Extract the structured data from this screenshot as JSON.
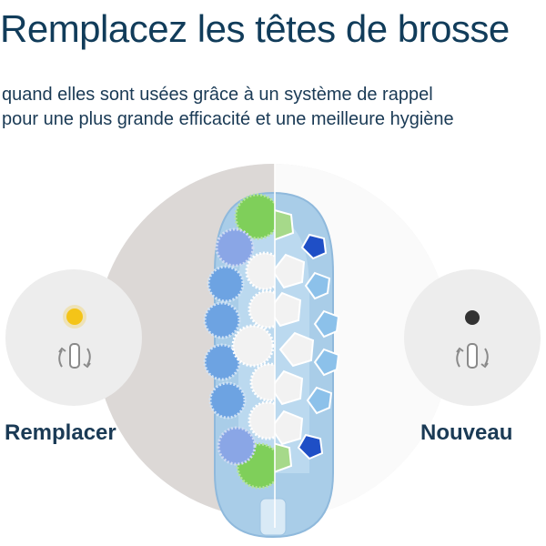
{
  "header": {
    "title": "Remplacez les têtes de brosse",
    "subtitle_line1": "quand elles sont usées grâce à un système de rappel",
    "subtitle_line2": "pour une plus grande efficacité et une meilleure hygiène"
  },
  "indicators": {
    "replace": {
      "label": "Remplacer",
      "light_color": "#f5c518",
      "icon": "brush-head-rotate-icon"
    },
    "new": {
      "label": "Nouveau",
      "light_color": "#333333",
      "icon": "brush-head-rotate-icon"
    }
  },
  "colors": {
    "title_text": "#113c5a",
    "circle_bg": "#ebebeb",
    "worn_half_bg": "#ddd9d7",
    "brush_body": "#a9cde8",
    "bristle_dark_blue": "#1f4fc6",
    "bristle_light_blue": "#8cc1ea",
    "bristle_green": "#7fcf5a",
    "bristle_white": "#f4f4f4"
  }
}
